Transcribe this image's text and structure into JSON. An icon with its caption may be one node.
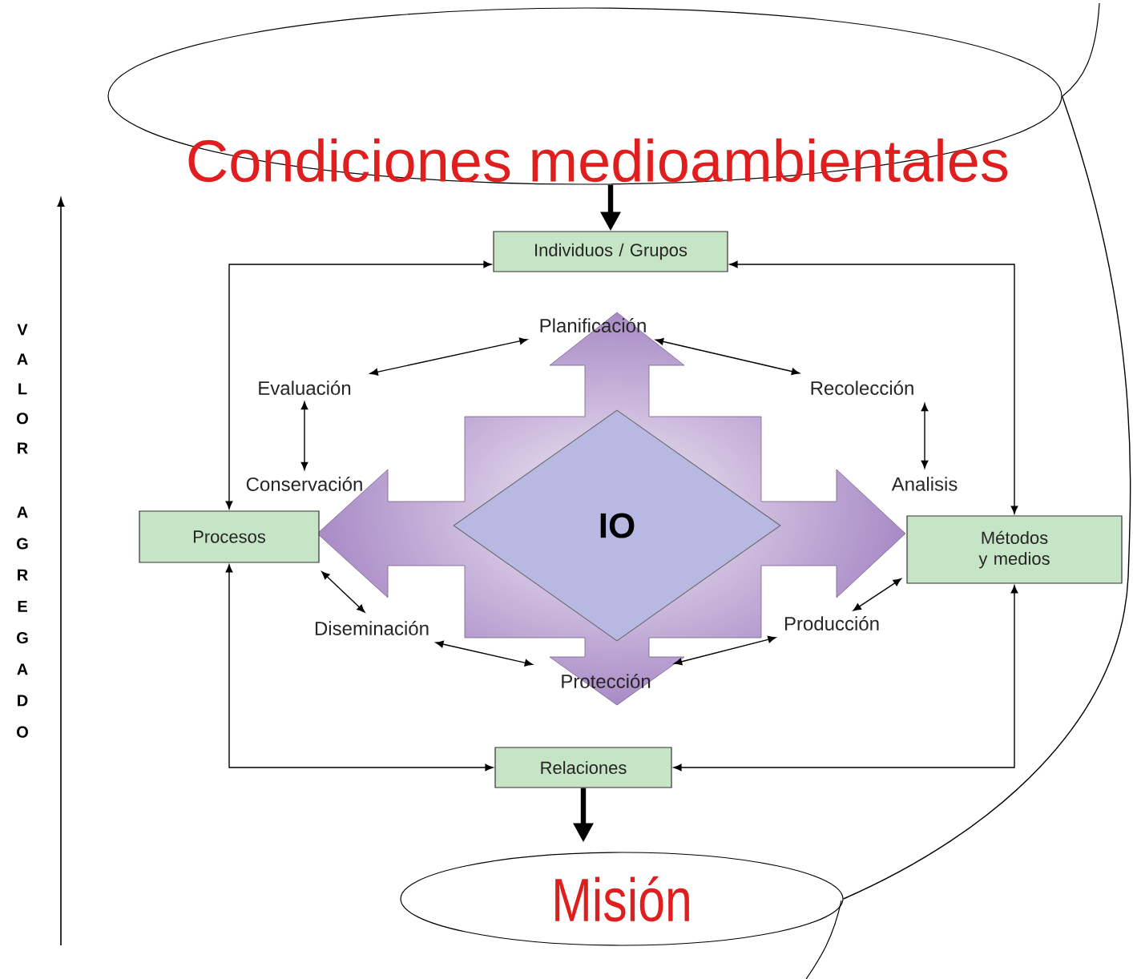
{
  "diagram": {
    "nodes": [
      {
        "text": [
          "Condiciones medioambientales"
        ]
      },
      {
        "text": [
          "Individuos / Grupos"
        ]
      },
      {
        "text": [
          "Planificación"
        ]
      },
      {
        "text": [
          "Evaluación"
        ]
      },
      {
        "text": [
          "Recolección"
        ]
      },
      {
        "text": [
          "Conservación"
        ]
      },
      {
        "text": [
          "Analisis"
        ]
      },
      {
        "text": [
          "Procesos"
        ]
      },
      {
        "text": [
          "IO"
        ]
      },
      {
        "text": [
          "Métodos y medios"
        ]
      },
      {
        "text": [
          "Diseminación"
        ]
      },
      {
        "text": [
          "Producción"
        ]
      },
      {
        "text": [
          "Protección"
        ]
      },
      {
        "text": [
          "Relaciones"
        ]
      },
      {
        "text": [
          "Misión"
        ]
      }
    ],
    "edges": [
      {
        "from": 0,
        "to": 1,
        "arrow": "to",
        "style": "thick"
      },
      {
        "from": 1,
        "to": 7,
        "arrow": "both"
      },
      {
        "from": 1,
        "to": 9,
        "arrow": "both"
      },
      {
        "from": 7,
        "to": 13,
        "arrow": "both"
      },
      {
        "from": 9,
        "to": 13,
        "arrow": "both"
      },
      {
        "from": 13,
        "to": 14,
        "arrow": "to",
        "style": "thick"
      },
      {
        "from": 3,
        "to": 2,
        "arrow": "both"
      },
      {
        "from": 2,
        "to": 4,
        "arrow": "both"
      },
      {
        "from": 4,
        "to": 6,
        "arrow": "both"
      },
      {
        "from": 3,
        "to": 5,
        "arrow": "both"
      },
      {
        "from": 7,
        "to": 10,
        "arrow": "both"
      },
      {
        "from": 10,
        "to": 12,
        "arrow": "both"
      },
      {
        "from": 12,
        "to": 11,
        "arrow": "both"
      },
      {
        "from": 9,
        "to": 11,
        "arrow": "both"
      },
      {
        "from": 0,
        "to": 14,
        "arrow": "none"
      }
    ],
    "labels": [
      "VALOR",
      "AGREGADO"
    ]
  }
}
